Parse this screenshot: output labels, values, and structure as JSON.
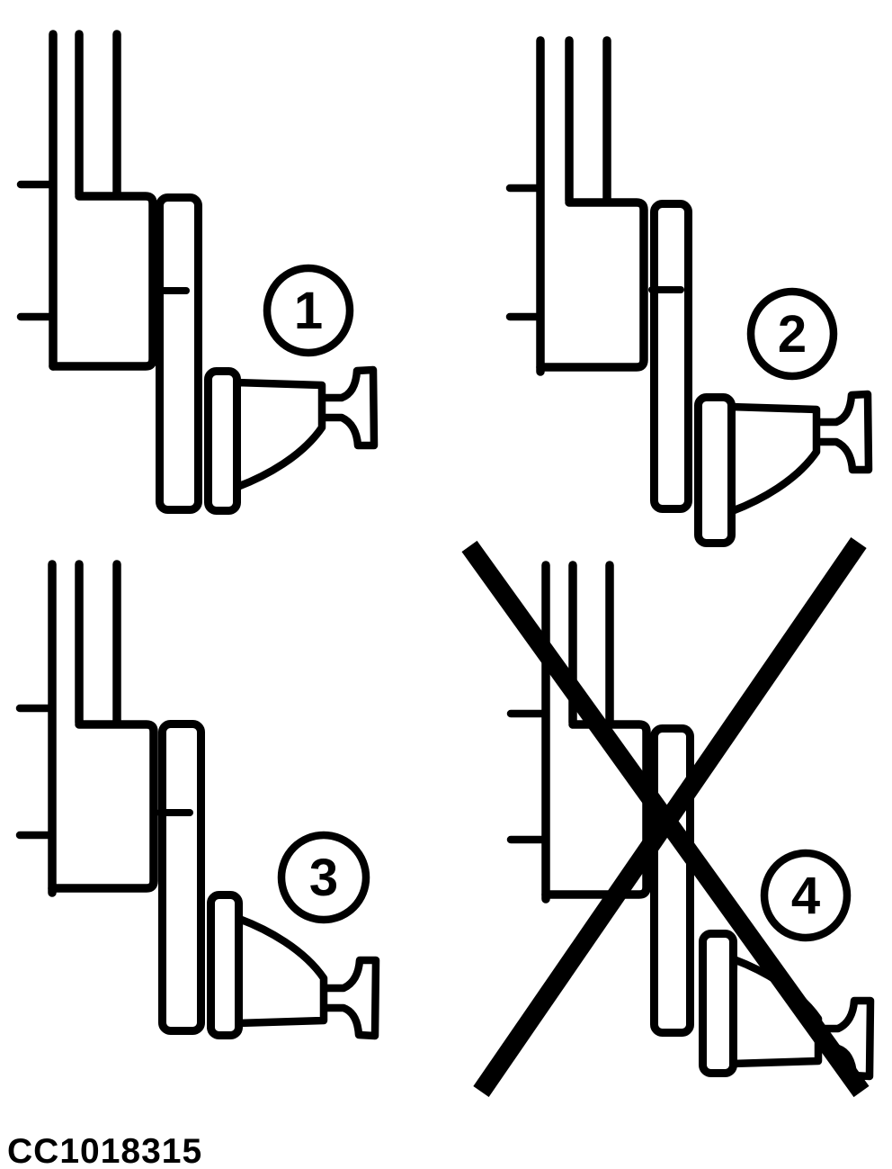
{
  "figure": {
    "code": "CC1018315",
    "colors": {
      "ink": "#000000",
      "background": "#ffffff"
    },
    "icons": {
      "fitting": "hose-fitting-icon",
      "prohibition": "x-cross-icon",
      "callout": "circled-number"
    },
    "panels": [
      {
        "label": "1",
        "position": "top-left",
        "crossed_out": false,
        "fitting_orientation": "curve-down"
      },
      {
        "label": "2",
        "position": "top-right",
        "crossed_out": false,
        "fitting_orientation": "curve-down"
      },
      {
        "label": "3",
        "position": "bottom-left",
        "crossed_out": false,
        "fitting_orientation": "curve-up"
      },
      {
        "label": "4",
        "position": "bottom-right",
        "crossed_out": true,
        "fitting_orientation": "curve-up"
      }
    ]
  }
}
